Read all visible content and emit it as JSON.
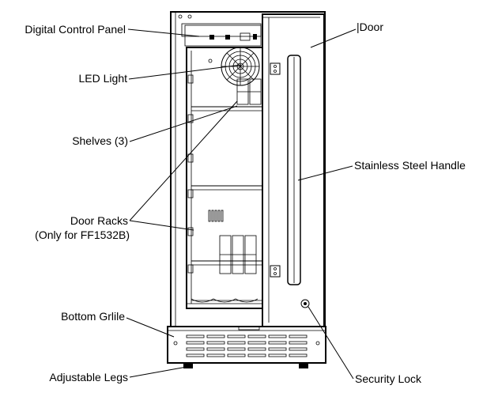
{
  "labels": {
    "control_panel": "Digital Control Panel",
    "led": "LED Light",
    "shelves": "Shelves (3)",
    "door_racks": "Door Racks",
    "door_racks_note": "(Only for FF1532B)",
    "bottom_grille": "Bottom Grlile",
    "legs": "Adjustable Legs",
    "door": "|Door",
    "handle": "Stainless Steel Handle",
    "lock": "Security Lock"
  }
}
